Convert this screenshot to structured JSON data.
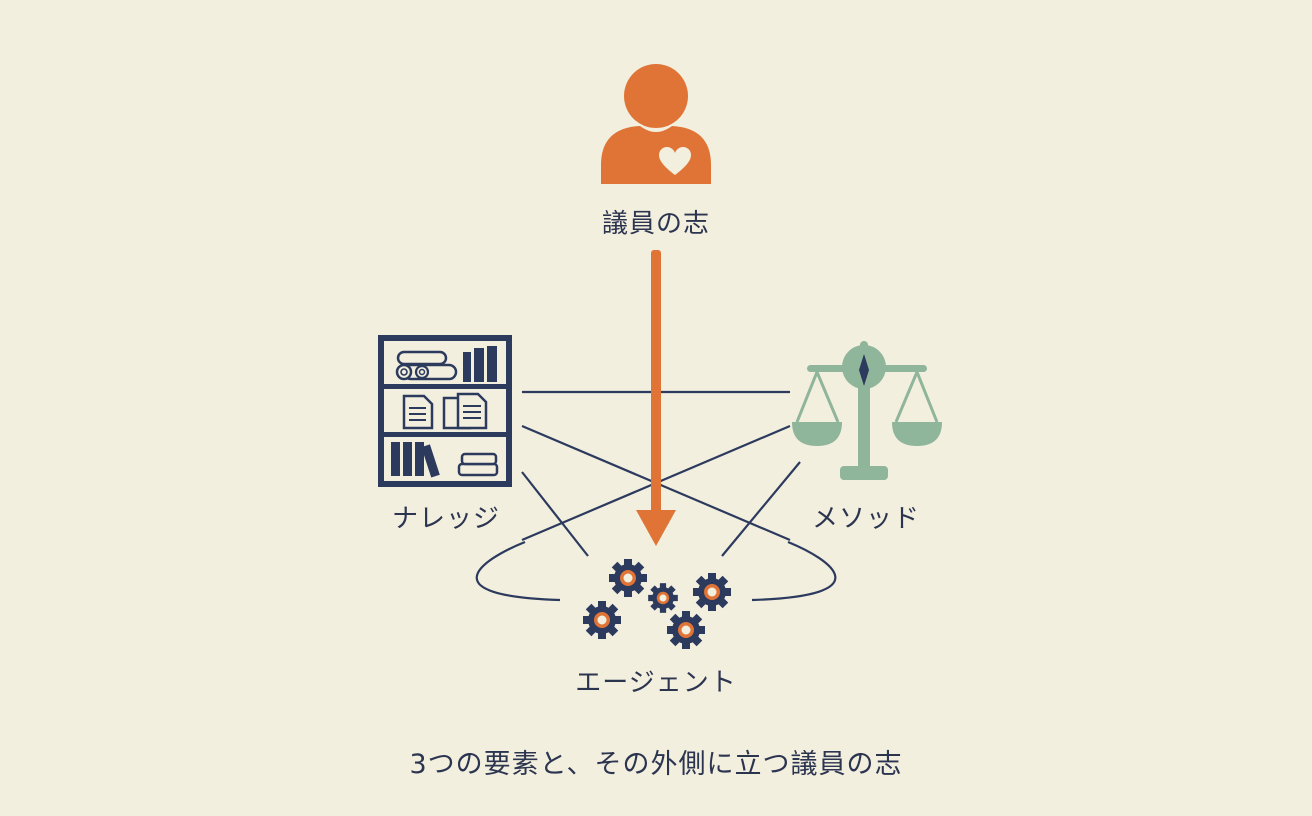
{
  "nodes": {
    "top": {
      "label": "議員の志",
      "icon": "person-heart-icon"
    },
    "left": {
      "label": "ナレッジ",
      "icon": "bookshelf-icon"
    },
    "right": {
      "label": "メソッド",
      "icon": "balance-scale-icon"
    },
    "bottom": {
      "label": "エージェント",
      "icon": "gears-icon"
    }
  },
  "caption": "3つの要素と、その外側に立つ議員の志",
  "colors": {
    "background": "#f3efdf",
    "navy": "#2c3a5e",
    "orange": "#e07436",
    "sage": "#8fb59a"
  }
}
